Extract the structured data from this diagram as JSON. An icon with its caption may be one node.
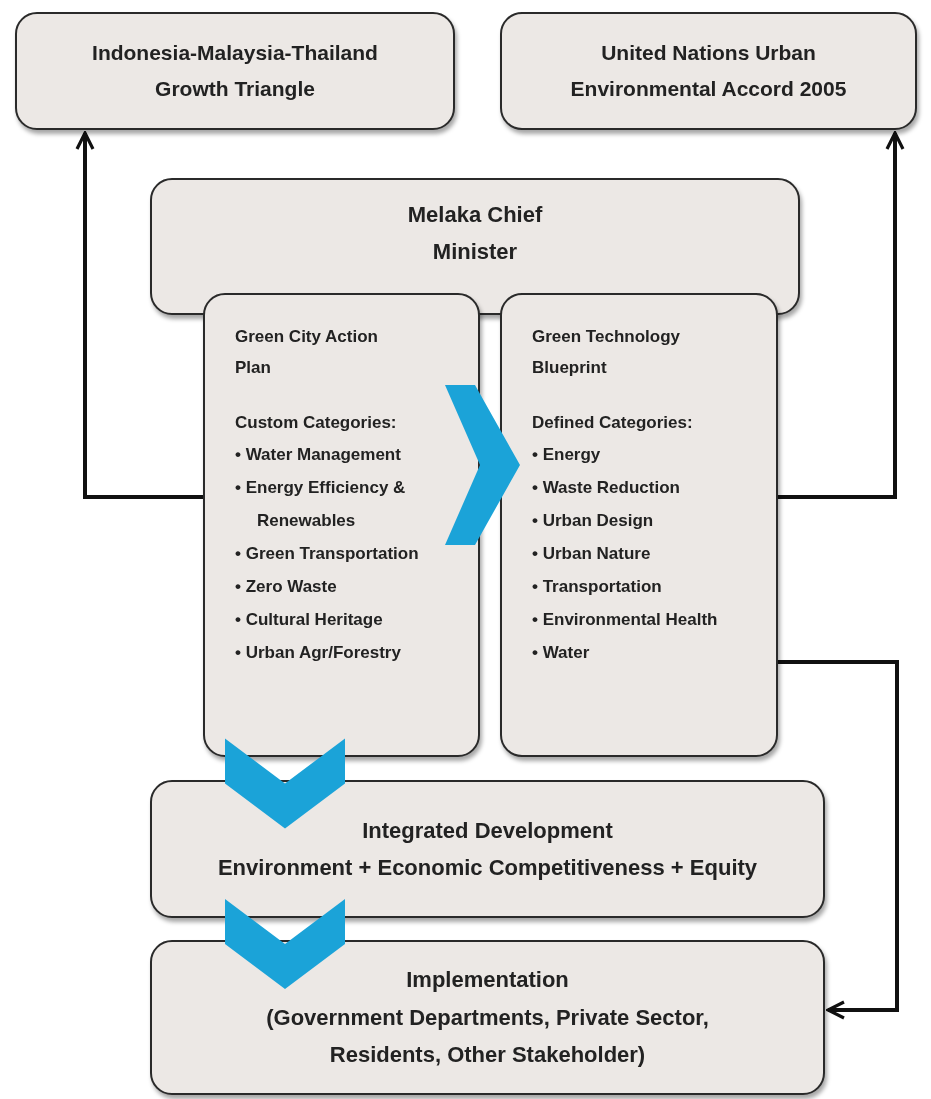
{
  "diagram": {
    "nodes": [
      {
        "text": [
          "Indonesia-Malaysia-Thailand Growth Triangle"
        ]
      },
      {
        "text": [
          "United Nations Urban Environmental Accord 2005"
        ]
      },
      {
        "text": [
          "Melaka Chief Minister"
        ]
      },
      {
        "text": [
          "Green City Action Plan",
          "Custom Categories:",
          "• Water Management",
          "• Energy Efficiency & Renewables",
          "• Green Transportation",
          "• Zero Waste",
          "• Cultural Heritage",
          "• Urban Agr/Forestry"
        ]
      },
      {
        "text": [
          "Green Technology Blueprint",
          "Defined Categories:",
          "• Energy",
          "• Waste Reduction",
          "• Urban Design",
          "• Urban Nature",
          "• Transportation",
          "• Environmental Health",
          "• Water"
        ]
      },
      {
        "text": [
          "Integrated Development",
          "Environment + Economic Competitiveness + Equity"
        ]
      },
      {
        "text": [
          "Implementation",
          "(Government Departments, Private Sector, Residents, Other Stakeholder)"
        ]
      }
    ],
    "edges": [
      {
        "from": 3,
        "to": 0,
        "arrow": "to"
      },
      {
        "from": 4,
        "to": 1,
        "arrow": "to"
      },
      {
        "from": 4,
        "to": 6,
        "arrow": "to"
      },
      {
        "from": 3,
        "to": 4,
        "arrow": "to",
        "style": "thick",
        "color": "#1ba3d8"
      },
      {
        "from": 3,
        "to": 5,
        "arrow": "to",
        "style": "thick",
        "color": "#1ba3d8"
      },
      {
        "from": 5,
        "to": 6,
        "arrow": "to",
        "style": "thick",
        "color": "#1ba3d8"
      }
    ]
  }
}
